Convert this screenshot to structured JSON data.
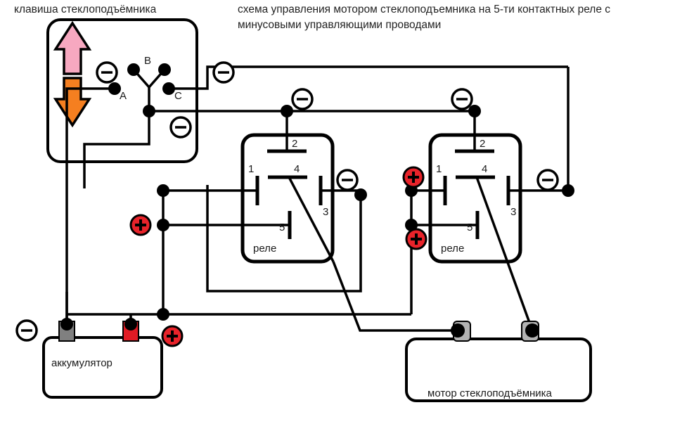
{
  "diagram": {
    "title_line1": "схема управления мотором стеклоподъемника на 5-ти контактных реле с",
    "title_line2": "минусовыми управляющими проводами",
    "switch_caption": "клавиша стеклоподъёмника",
    "battery_label": "аккумулятор",
    "motor_label": "мотор стеклоподъёмника",
    "relay1_label": "реле",
    "relay2_label": "реле",
    "switch_contacts": {
      "a": "A",
      "b": "B",
      "c": "C"
    },
    "relay1_terminals": {
      "t1": "1",
      "t2": "2",
      "t3": "3",
      "t4": "4",
      "t5": "5"
    },
    "relay2_terminals": {
      "t1": "1",
      "t2": "2",
      "t3": "3",
      "t4": "4",
      "t5": "5"
    },
    "polarity_markers": {
      "minus_glyph": "minus-circle-icon",
      "plus_glyph": "plus-circle-icon",
      "minus_count": 8,
      "plus_count": 4
    },
    "arrows": {
      "up_label": "up-arrow",
      "down_label": "down-arrow"
    },
    "colors": {
      "wire": "#000000",
      "background": "#ffffff",
      "plus_fill": "#e8232a",
      "minus_stroke": "#000000",
      "arrow_up_fill": "#f7a8c0",
      "arrow_down_fill": "#f57f20",
      "battery_neg_post": "#808080",
      "battery_pos_post": "#e01b24",
      "motor_terminal": "#b3b3b3",
      "text": "#1a1a1a"
    }
  }
}
